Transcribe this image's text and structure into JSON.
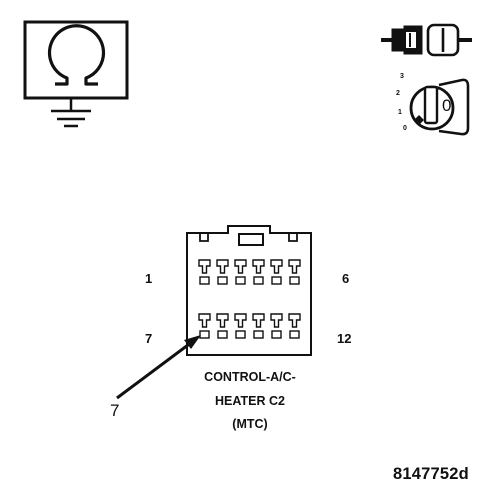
{
  "connector": {
    "name_line1": "CONTROL-A/C-",
    "name_line2": "HEATER C2",
    "name_line3": "(MTC)",
    "pin_top_left": "1",
    "pin_top_right": "6",
    "pin_bottom_left": "7",
    "pin_bottom_right": "12",
    "callout": "7"
  },
  "figure_id": "8147752d",
  "icons": {
    "ohmmeter": "ohmmeter-ground-icon",
    "connector_plug": "disconnected-connector-icon",
    "ignition": "ignition-key-off-icon",
    "ignition_positions": [
      "3",
      "2",
      "1",
      "0"
    ],
    "ignition_key_text": "0"
  }
}
